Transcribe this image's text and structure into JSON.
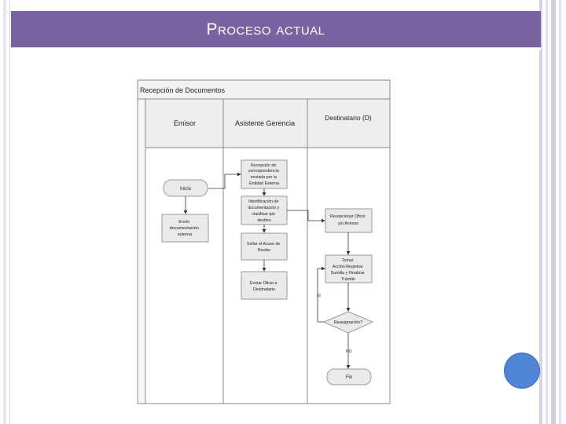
{
  "slide": {
    "title": "Proceso actual",
    "accent_color": "#7b63a3",
    "circle_color": "#4f86d6"
  },
  "diagram": {
    "pool_title": "Recepción de Documentos",
    "lanes": [
      "Emisor",
      "Asistente Gerencia",
      "Destinatario (D)"
    ],
    "nodes": {
      "inicio": "Inicio",
      "envio": [
        "Envío",
        "documentación",
        "externa"
      ],
      "recepcion": [
        "Recepción de",
        "correspondencia",
        "enviada por la",
        "Entidad Externa"
      ],
      "identificacion": [
        "Identificación de",
        "documentación y",
        "clasificar por",
        "destino"
      ],
      "sellar": [
        "Sellar el Acuse de",
        "Recibo"
      ],
      "enviar": [
        "Enviar Oficio a",
        "Destinatario"
      ],
      "recepcionar": [
        "Recepcionar Oficio",
        "y/o Anexos"
      ],
      "tomar": [
        "Tomar",
        "Acción:Registrar",
        "Sumilla y Finalizar",
        "Trámite"
      ],
      "reasignacion": "Reasignación?",
      "fin": "Fin"
    },
    "edge_labels": {
      "si": "SI",
      "no": "NO"
    }
  }
}
